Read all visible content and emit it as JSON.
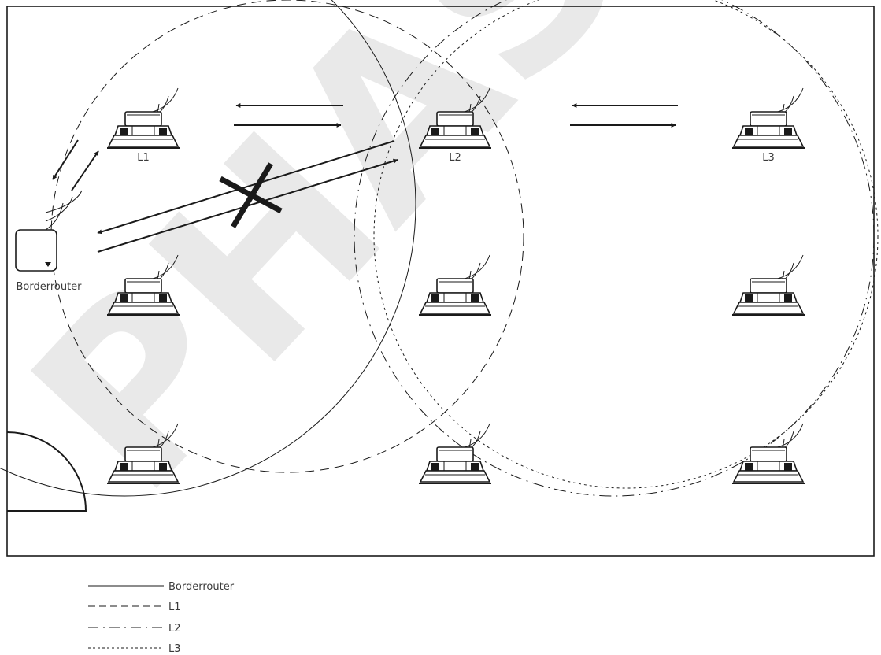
{
  "watermark": "PHASE-OUT",
  "devices": {
    "borderrouter_label": "Borderrouter",
    "luminaire_labels": [
      "L1",
      "L2",
      "L3"
    ]
  },
  "legend": {
    "items": [
      {
        "style": "solid",
        "label": "Borderrouter"
      },
      {
        "style": "dashed",
        "label": "L1"
      },
      {
        "style": "dash-dot",
        "label": "L2"
      },
      {
        "style": "dotted",
        "label": "L3"
      }
    ]
  },
  "colors": {
    "line": "#1a1a1a",
    "watermark": "#e8e8e8"
  }
}
